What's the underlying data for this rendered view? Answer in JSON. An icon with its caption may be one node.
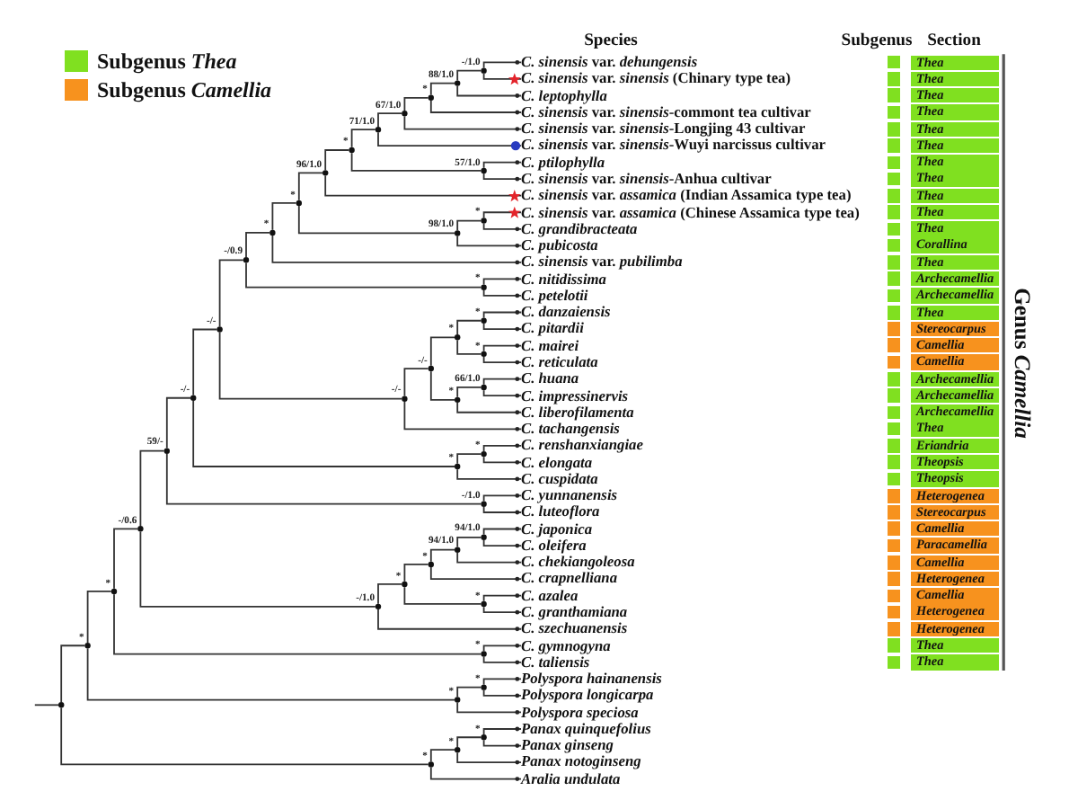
{
  "diagram": {
    "nodes": [
      {
        "text": [
          "*C. sinensis* var. *dehungensis*"
        ]
      },
      {
        "text": [
          "*C. sinensis* var. *sinensis* (Chinary type tea)"
        ]
      },
      {
        "text": [
          "C. leptophylla"
        ]
      },
      {
        "text": [
          "*C. sinensis* var. *sinensis*-commont tea cultivar"
        ]
      },
      {
        "text": [
          "*C. sinensis* var. *sinensis*-Longjing 43 cultivar"
        ]
      },
      {
        "text": [
          "*C. sinensis* var. *sinensis*-Wuyi narcissus cultivar"
        ]
      },
      {
        "text": [
          "C. ptilophylla"
        ]
      },
      {
        "text": [
          "*C. sinensis* var. *sinensis*-Anhua cultivar"
        ]
      },
      {
        "text": [
          "*C. sinensis* var. *assamica* (Indian Assamica type tea)"
        ]
      },
      {
        "text": [
          "*C. sinensis* var. *assamica* (Chinese Assamica type tea)"
        ]
      },
      {
        "text": [
          "C. grandibracteata"
        ]
      },
      {
        "text": [
          "C. pubicosta"
        ]
      },
      {
        "text": [
          "*C. sinensis* var. *pubilimba*"
        ]
      },
      {
        "text": [
          "C. nitidissima"
        ]
      },
      {
        "text": [
          "C. petelotii"
        ]
      },
      {
        "text": [
          "C. danzaiensis"
        ]
      },
      {
        "text": [
          "C. pitardii"
        ]
      },
      {
        "text": [
          "C. mairei"
        ]
      },
      {
        "text": [
          "C. reticulata"
        ]
      },
      {
        "text": [
          "C. huana"
        ]
      },
      {
        "text": [
          "C. impressinervis"
        ]
      },
      {
        "text": [
          "C. liberofilamenta"
        ]
      },
      {
        "text": [
          "C. tachangensis"
        ]
      },
      {
        "text": [
          "C. renshanxiangiae"
        ]
      },
      {
        "text": [
          "C. elongata"
        ]
      },
      {
        "text": [
          "C. cuspidata"
        ]
      },
      {
        "text": [
          "C. yunnanensis"
        ]
      },
      {
        "text": [
          "C. luteoflora"
        ]
      },
      {
        "text": [
          "C. japonica"
        ]
      },
      {
        "text": [
          "C. oleifera"
        ]
      },
      {
        "text": [
          "C. chekiangoleosa"
        ]
      },
      {
        "text": [
          "C. crapnelliana"
        ]
      },
      {
        "text": [
          "C. azalea"
        ]
      },
      {
        "text": [
          "C. granthamiana"
        ]
      },
      {
        "text": [
          "C. szechuanensis"
        ]
      },
      {
        "text": [
          "C. gymnogyna"
        ]
      },
      {
        "text": [
          "C. taliensis"
        ]
      },
      {
        "text": [
          "Polyspora hainanensis"
        ]
      },
      {
        "text": [
          "Polyspora longicarpa"
        ]
      },
      {
        "text": [
          "Polyspora speciosa"
        ]
      },
      {
        "text": [
          "Panax quinquefolius"
        ]
      },
      {
        "text": [
          "Panax ginseng"
        ]
      },
      {
        "text": [
          "Panax notoginseng"
        ]
      },
      {
        "text": [
          "Aralia undulata"
        ]
      },
      {
        "text": [],
        "shape": "circle",
        "beside": [
          "-/1.0"
        ]
      },
      {
        "text": [],
        "shape": "circle",
        "beside": [
          "88/1.0"
        ]
      },
      {
        "text": [],
        "shape": "circle",
        "beside": [
          "*"
        ]
      },
      {
        "text": [],
        "shape": "circle",
        "beside": [
          "67/1.0"
        ]
      },
      {
        "text": [],
        "shape": "circle",
        "beside": [
          "71/1.0"
        ]
      },
      {
        "text": [],
        "shape": "circle",
        "beside": [
          "*"
        ]
      },
      {
        "text": [],
        "shape": "circle",
        "beside": [
          "57/1.0"
        ]
      },
      {
        "text": [],
        "shape": "circle",
        "beside": [
          "96/1.0"
        ]
      },
      {
        "text": [],
        "shape": "circle",
        "beside": [
          "*"
        ]
      },
      {
        "text": [],
        "shape": "circle",
        "beside": [
          "*"
        ]
      },
      {
        "text": [],
        "shape": "circle",
        "beside": [
          "*"
        ]
      },
      {
        "text": [],
        "shape": "circle",
        "beside": [
          "98/1.0"
        ]
      },
      {
        "text": [],
        "shape": "circle",
        "beside": [
          "-/0.9"
        ]
      },
      {
        "text": [],
        "shape": "circle",
        "beside": [
          "*"
        ]
      },
      {
        "text": [],
        "shape": "circle",
        "beside": [
          "*"
        ]
      },
      {
        "text": [],
        "shape": "circle",
        "beside": [
          "-/-"
        ]
      },
      {
        "text": [],
        "shape": "circle",
        "beside": [
          "*"
        ]
      },
      {
        "text": [],
        "shape": "circle",
        "beside": [
          "*"
        ]
      },
      {
        "text": [],
        "shape": "circle",
        "beside": [
          "-/-"
        ]
      },
      {
        "text": [],
        "shape": "circle",
        "beside": [
          "66/1.0"
        ]
      },
      {
        "text": [],
        "shape": "circle",
        "beside": [
          "-/-"
        ]
      },
      {
        "text": [],
        "shape": "circle",
        "beside": [
          "-/-"
        ]
      },
      {
        "text": [],
        "shape": "circle",
        "beside": [
          "*"
        ]
      },
      {
        "text": [],
        "shape": "circle",
        "beside": [
          "59/-"
        ]
      },
      {
        "text": [],
        "shape": "circle",
        "beside": [
          "*"
        ]
      },
      {
        "text": [],
        "shape": "circle",
        "beside": [
          "*"
        ]
      },
      {
        "text": [],
        "shape": "circle",
        "beside": [
          "-/1.0"
        ]
      },
      {
        "text": [],
        "shape": "circle",
        "beside": [
          "-/0.6"
        ]
      },
      {
        "text": [],
        "shape": "circle",
        "beside": [
          "94/1.0"
        ]
      },
      {
        "text": [],
        "shape": "circle",
        "beside": [
          "94/1.0"
        ]
      },
      {
        "text": [],
        "shape": "circle",
        "beside": [
          "*"
        ]
      },
      {
        "text": [],
        "shape": "circle",
        "beside": [
          "*"
        ]
      },
      {
        "text": [],
        "shape": "circle",
        "beside": [
          "*"
        ]
      },
      {
        "text": [],
        "shape": "circle",
        "beside": [
          "*"
        ]
      },
      {
        "text": [],
        "shape": "circle",
        "beside": [
          "-/1.0"
        ]
      },
      {
        "text": [],
        "shape": "circle",
        "beside": [
          "*"
        ]
      },
      {
        "text": [],
        "shape": "circle",
        "beside": [
          "*"
        ]
      },
      {
        "text": [],
        "shape": "circle",
        "beside": [
          "*"
        ]
      },
      {
        "text": [],
        "shape": "circle",
        "beside": [
          "*"
        ]
      },
      {
        "text": [],
        "shape": "circle"
      },
      {
        "text": [],
        "shape": "circle",
        "beside": [
          "*"
        ]
      },
      {
        "text": [],
        "shape": "circle",
        "beside": [
          "*"
        ]
      },
      {
        "text": [],
        "shape": "circle",
        "beside": [
          "*"
        ]
      }
    ],
    "edges": [
      {
        "from": null,
        "to": 83,
        "arrow": "none"
      },
      {
        "from": 44,
        "to": 0,
        "arrow": "none"
      },
      {
        "from": 44,
        "to": 1,
        "arrow": "none"
      },
      {
        "from": 45,
        "to": 44,
        "arrow": "none"
      },
      {
        "from": 45,
        "to": 2,
        "arrow": "none"
      },
      {
        "from": 46,
        "to": 45,
        "arrow": "none"
      },
      {
        "from": 46,
        "to": 3,
        "arrow": "none"
      },
      {
        "from": 47,
        "to": 46,
        "arrow": "none"
      },
      {
        "from": 47,
        "to": 4,
        "arrow": "none"
      },
      {
        "from": 48,
        "to": 47,
        "arrow": "none"
      },
      {
        "from": 48,
        "to": 5,
        "arrow": "none"
      },
      {
        "from": 49,
        "to": 48,
        "arrow": "none"
      },
      {
        "from": 49,
        "to": 50,
        "arrow": "none"
      },
      {
        "from": 50,
        "to": 6,
        "arrow": "none"
      },
      {
        "from": 50,
        "to": 7,
        "arrow": "none"
      },
      {
        "from": 51,
        "to": 49,
        "arrow": "none"
      },
      {
        "from": 51,
        "to": 8,
        "arrow": "none"
      },
      {
        "from": 52,
        "to": 51,
        "arrow": "none"
      },
      {
        "from": 52,
        "to": 55,
        "arrow": "none"
      },
      {
        "from": 53,
        "to": 9,
        "arrow": "none"
      },
      {
        "from": 53,
        "to": 10,
        "arrow": "none"
      },
      {
        "from": 54,
        "to": 52,
        "arrow": "none"
      },
      {
        "from": 54,
        "to": 12,
        "arrow": "none"
      },
      {
        "from": 55,
        "to": 53,
        "arrow": "none"
      },
      {
        "from": 55,
        "to": 11,
        "arrow": "none"
      },
      {
        "from": 56,
        "to": 54,
        "arrow": "none"
      },
      {
        "from": 56,
        "to": 57,
        "arrow": "none"
      },
      {
        "from": 57,
        "to": 13,
        "arrow": "none"
      },
      {
        "from": 57,
        "to": 14,
        "arrow": "none"
      },
      {
        "from": 58,
        "to": 15,
        "arrow": "none"
      },
      {
        "from": 58,
        "to": 16,
        "arrow": "none"
      },
      {
        "from": 59,
        "to": 56,
        "arrow": "none"
      },
      {
        "from": 59,
        "to": 65,
        "arrow": "none"
      },
      {
        "from": 60,
        "to": 58,
        "arrow": "none"
      },
      {
        "from": 60,
        "to": 61,
        "arrow": "none"
      },
      {
        "from": 61,
        "to": 17,
        "arrow": "none"
      },
      {
        "from": 61,
        "to": 18,
        "arrow": "none"
      },
      {
        "from": 62,
        "to": 60,
        "arrow": "none"
      },
      {
        "from": 62,
        "to": 66,
        "arrow": "none"
      },
      {
        "from": 63,
        "to": 19,
        "arrow": "none"
      },
      {
        "from": 63,
        "to": 20,
        "arrow": "none"
      },
      {
        "from": 64,
        "to": 59,
        "arrow": "none"
      },
      {
        "from": 64,
        "to": 69,
        "arrow": "none"
      },
      {
        "from": 65,
        "to": 62,
        "arrow": "none"
      },
      {
        "from": 65,
        "to": 22,
        "arrow": "none"
      },
      {
        "from": 66,
        "to": 63,
        "arrow": "none"
      },
      {
        "from": 66,
        "to": 21,
        "arrow": "none"
      },
      {
        "from": 67,
        "to": 64,
        "arrow": "none"
      },
      {
        "from": 67,
        "to": 70,
        "arrow": "none"
      },
      {
        "from": 68,
        "to": 23,
        "arrow": "none"
      },
      {
        "from": 68,
        "to": 24,
        "arrow": "none"
      },
      {
        "from": 69,
        "to": 68,
        "arrow": "none"
      },
      {
        "from": 69,
        "to": 25,
        "arrow": "none"
      },
      {
        "from": 70,
        "to": 26,
        "arrow": "none"
      },
      {
        "from": 70,
        "to": 27,
        "arrow": "none"
      },
      {
        "from": 71,
        "to": 67,
        "arrow": "none"
      },
      {
        "from": 71,
        "to": 78,
        "arrow": "none"
      },
      {
        "from": 72,
        "to": 28,
        "arrow": "none"
      },
      {
        "from": 72,
        "to": 29,
        "arrow": "none"
      },
      {
        "from": 73,
        "to": 72,
        "arrow": "none"
      },
      {
        "from": 73,
        "to": 30,
        "arrow": "none"
      },
      {
        "from": 74,
        "to": 73,
        "arrow": "none"
      },
      {
        "from": 74,
        "to": 31,
        "arrow": "none"
      },
      {
        "from": 75,
        "to": 74,
        "arrow": "none"
      },
      {
        "from": 75,
        "to": 77,
        "arrow": "none"
      },
      {
        "from": 76,
        "to": 71,
        "arrow": "none"
      },
      {
        "from": 76,
        "to": 80,
        "arrow": "none"
      },
      {
        "from": 77,
        "to": 32,
        "arrow": "none"
      },
      {
        "from": 77,
        "to": 33,
        "arrow": "none"
      },
      {
        "from": 78,
        "to": 75,
        "arrow": "none"
      },
      {
        "from": 78,
        "to": 34,
        "arrow": "none"
      },
      {
        "from": 79,
        "to": 76,
        "arrow": "none"
      },
      {
        "from": 79,
        "to": 82,
        "arrow": "none"
      },
      {
        "from": 80,
        "to": 35,
        "arrow": "none"
      },
      {
        "from": 80,
        "to": 36,
        "arrow": "none"
      },
      {
        "from": 81,
        "to": 37,
        "arrow": "none"
      },
      {
        "from": 81,
        "to": 38,
        "arrow": "none"
      },
      {
        "from": 82,
        "to": 81,
        "arrow": "none"
      },
      {
        "from": 82,
        "to": 39,
        "arrow": "none"
      },
      {
        "from": 83,
        "to": 79,
        "arrow": "none"
      },
      {
        "from": 83,
        "to": 86,
        "arrow": "none"
      },
      {
        "from": 84,
        "to": 40,
        "arrow": "none"
      },
      {
        "from": 84,
        "to": 41,
        "arrow": "none"
      },
      {
        "from": 85,
        "to": 84,
        "arrow": "none"
      },
      {
        "from": 85,
        "to": 42,
        "arrow": "none"
      },
      {
        "from": 86,
        "to": 85,
        "arrow": "none"
      },
      {
        "from": 86,
        "to": 43,
        "arrow": "none"
      }
    ],
    "labels": [
      "Species",
      "Subgenus",
      "Section",
      "Thea",
      "Thea",
      "Thea",
      "Thea",
      "Thea",
      "Thea",
      "Thea",
      "Thea",
      "Thea",
      "Thea",
      "Thea",
      "Corallina",
      "Thea",
      "Archecamellia",
      "Archecamellia",
      "Thea",
      "Stereocarpus",
      "Camellia",
      "Camellia",
      "Archecamellia",
      "Archecamellia",
      "Archecamellia",
      "Thea",
      "Eriandria",
      "Theopsis",
      "Theopsis",
      "Heterogenea",
      "Stereocarpus",
      "Camellia",
      "Paracamellia",
      "Camellia",
      "Heterogenea",
      "Camellia",
      "Heterogenea",
      "Heterogenea",
      "Thea",
      "Thea",
      "Genus *Camellia*"
    ],
    "legend": [
      {
        "text": "Subgenus *Thea*",
        "color": "#80e020"
      },
      {
        "text": "Subgenus *Camellia*",
        "color": "#f7921e"
      }
    ]
  }
}
